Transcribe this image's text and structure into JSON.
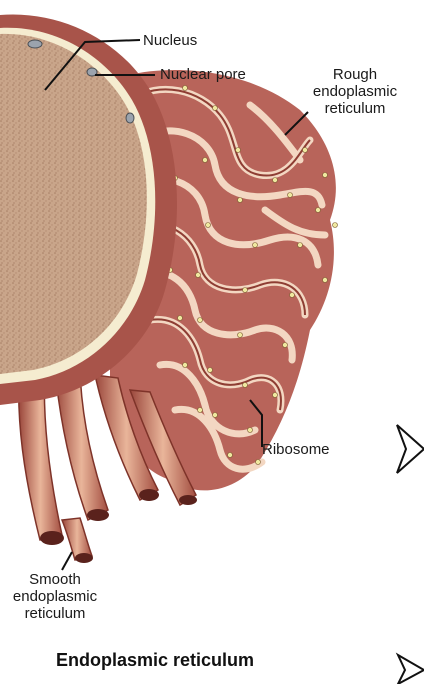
{
  "labels": {
    "nucleus": "Nucleus",
    "nuclear_pore": "Nuclear pore",
    "rough_er_line1": "Rough",
    "rough_er_line2": "endoplasmic",
    "rough_er_line3": "reticulum",
    "ribosome": "Ribosome",
    "smooth_er_line1": "Smooth",
    "smooth_er_line2": "endoplasmic",
    "smooth_er_line3": "reticulum"
  },
  "title": "Endoplasmic reticulum",
  "colors": {
    "nucleus_fill": "#c9a58a",
    "envelope": "#a8544a",
    "membrane_light": "#f1d3bd",
    "lumen_dark": "#8e3d33",
    "ribosome": "#efe8a0",
    "pointer": "#111111"
  },
  "icons": [
    "arrow-bullet-icon",
    "arrow-bullet-icon"
  ]
}
